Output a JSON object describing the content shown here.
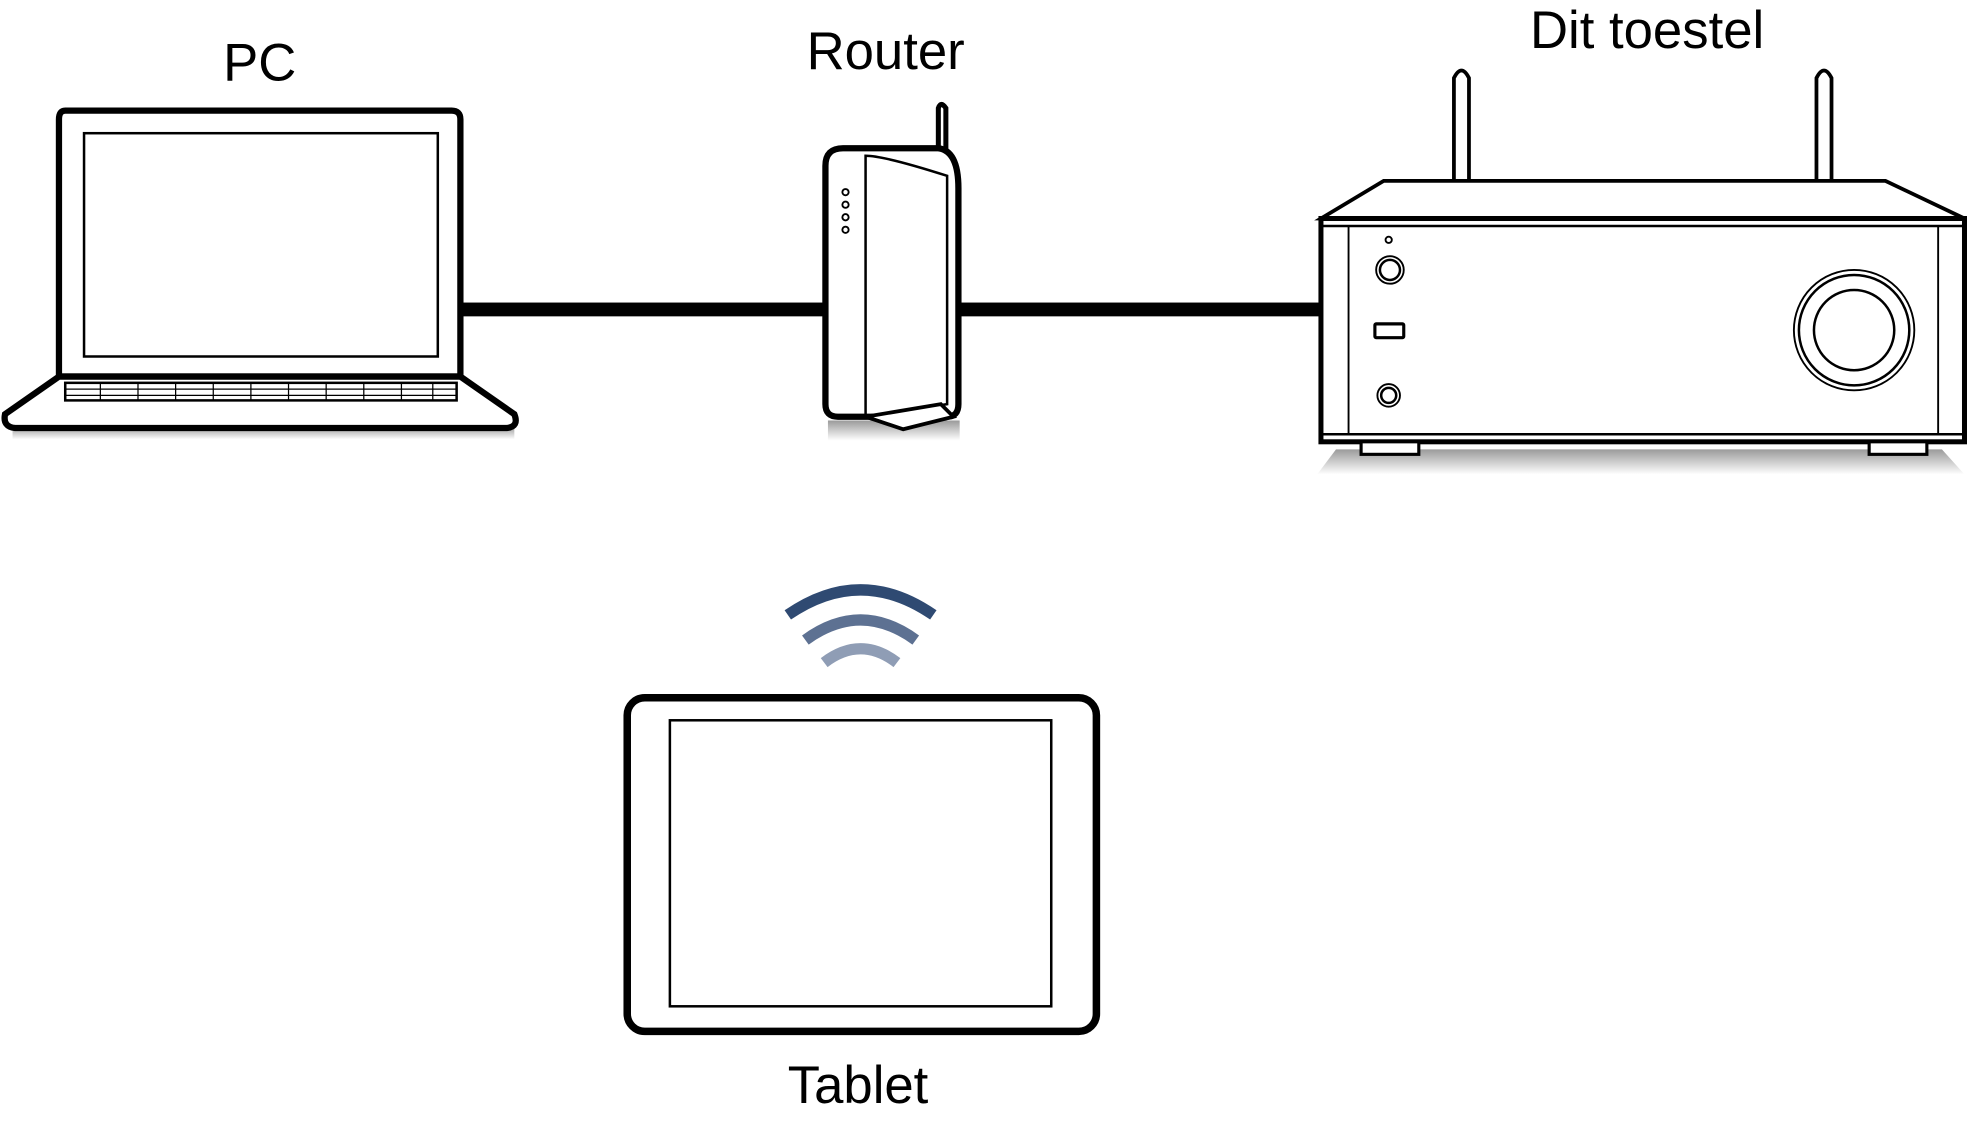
{
  "labels": {
    "pc": "PC",
    "router": "Router",
    "device": "Dit toestel",
    "tablet": "Tablet"
  },
  "colors": {
    "line": "#000000",
    "wifi": "#2f4a72",
    "shadow": "#bdbdbd"
  },
  "icons": [
    "laptop-icon",
    "router-icon",
    "receiver-icon",
    "tablet-icon",
    "wifi-icon"
  ]
}
